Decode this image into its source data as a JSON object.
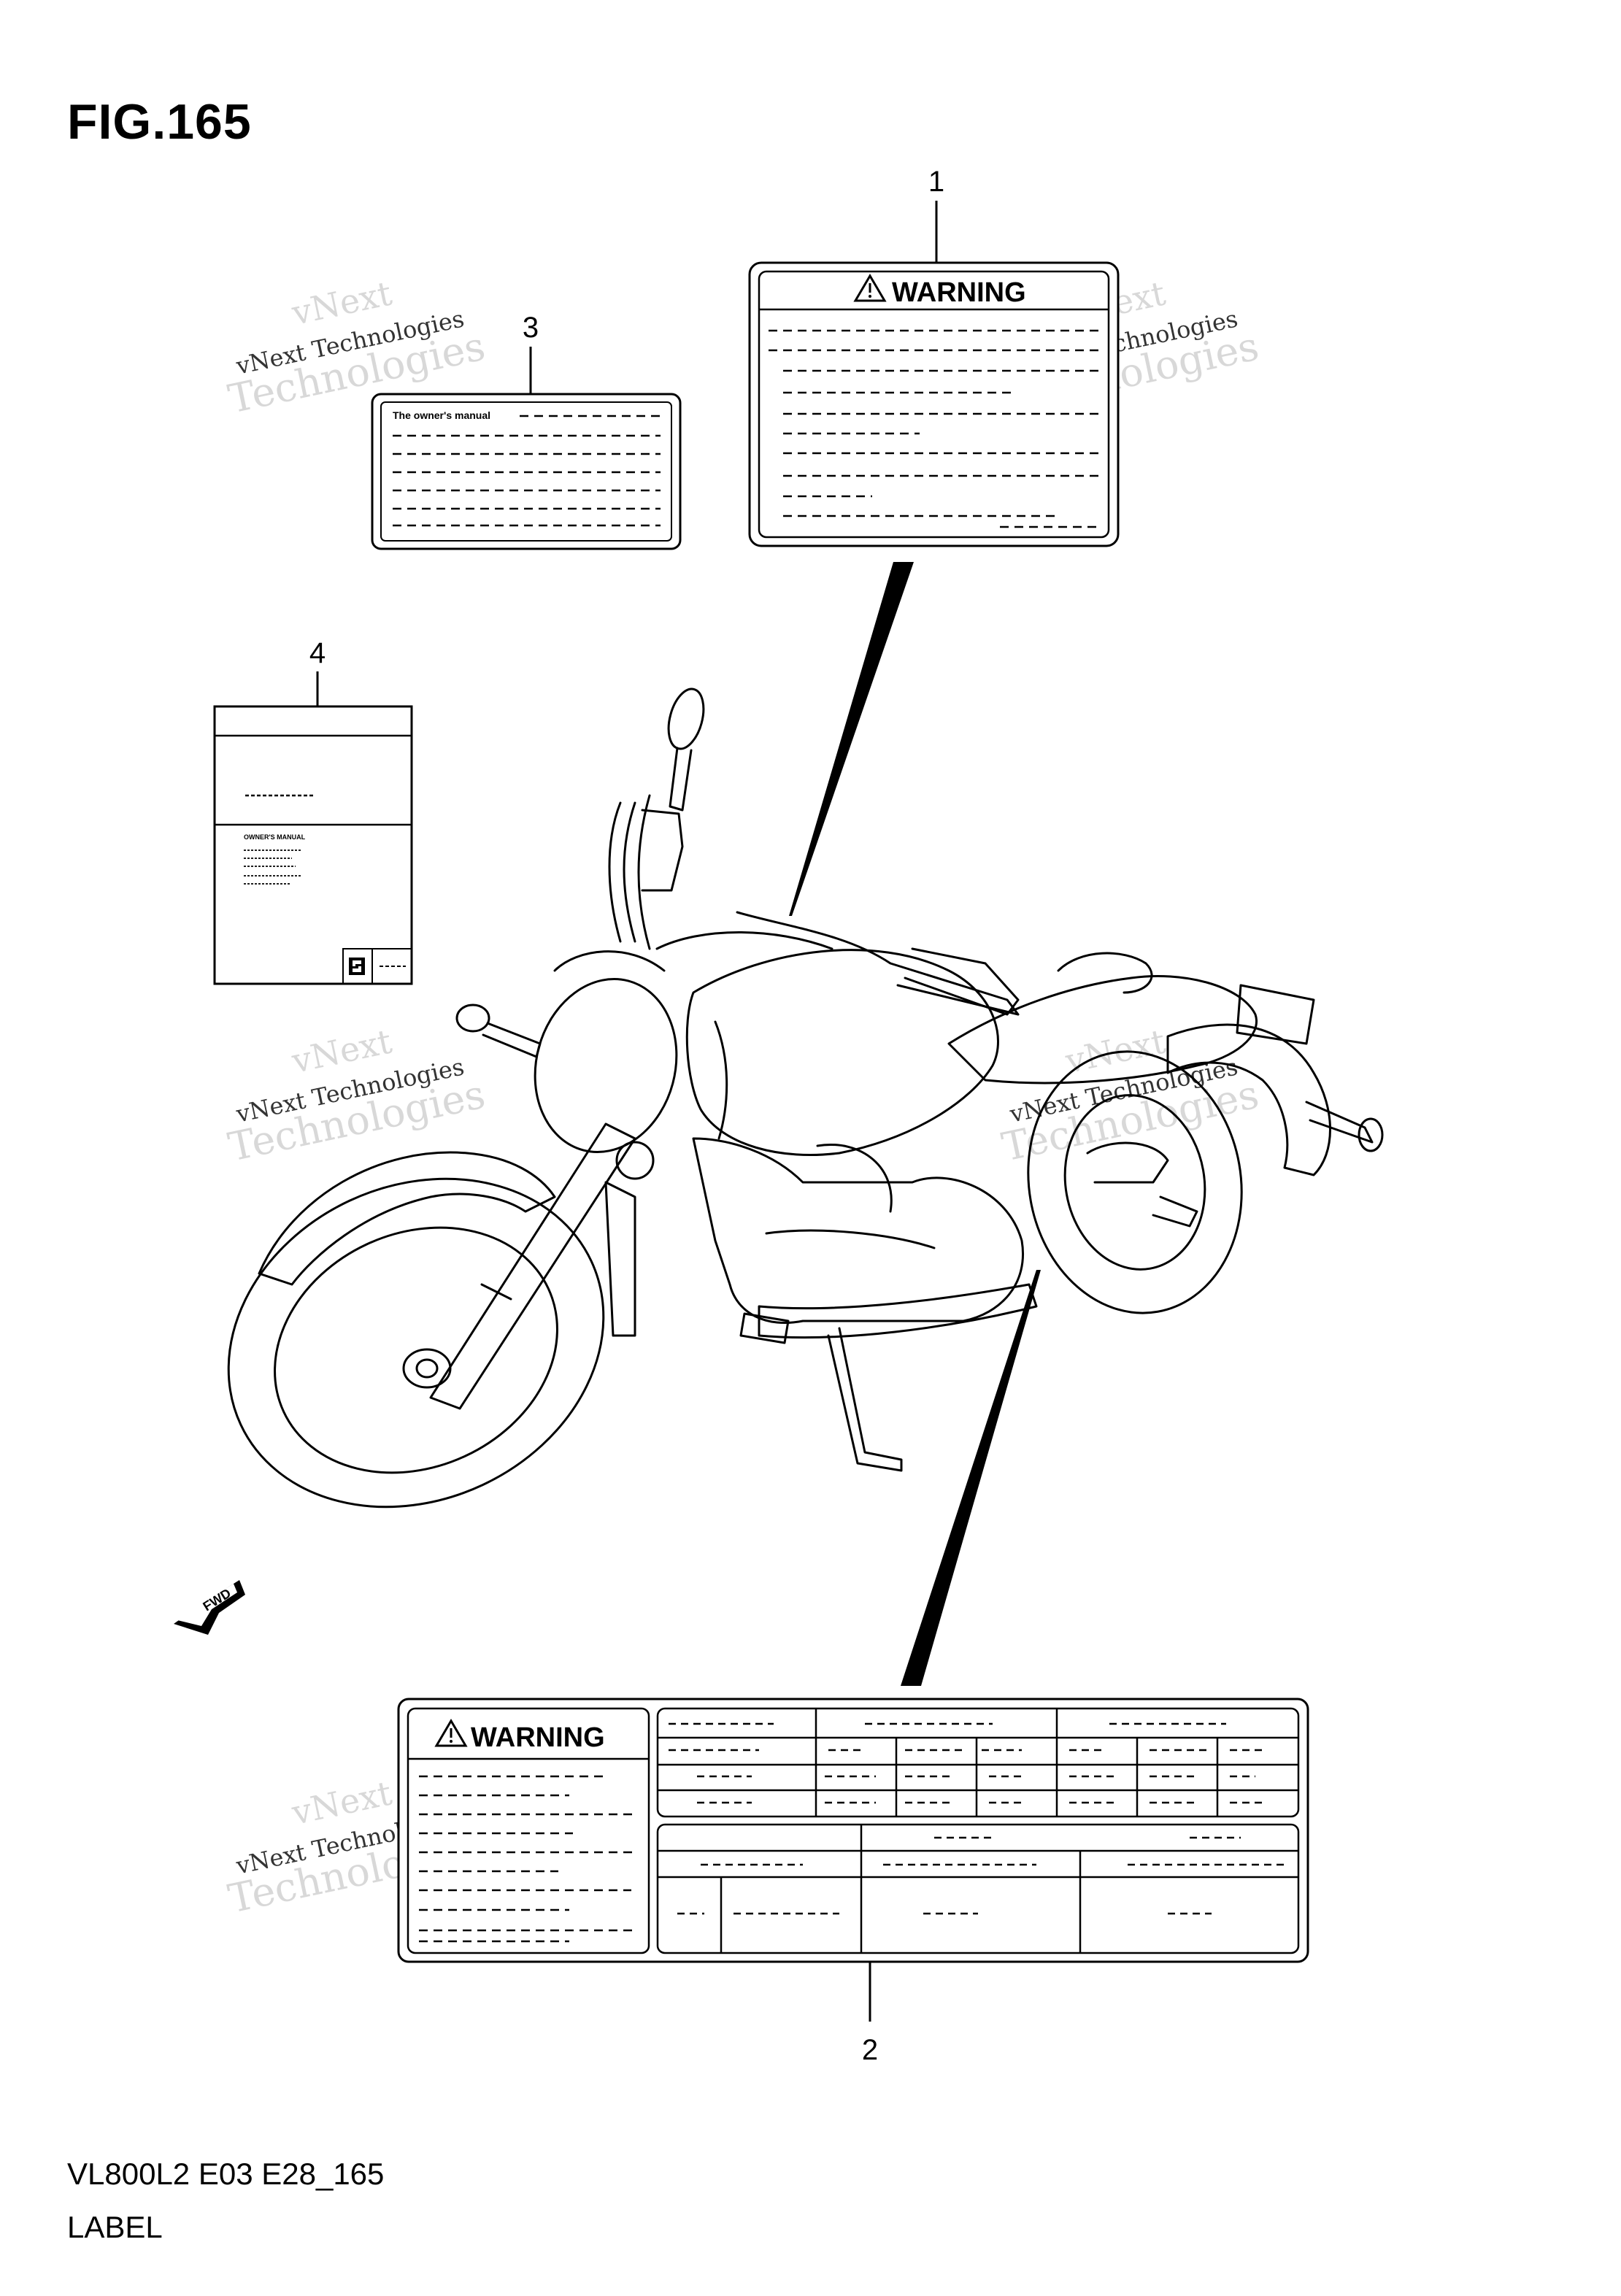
{
  "figure": {
    "title": "FIG.165",
    "code": "VL800L2 E03 E28_165",
    "name": "LABEL"
  },
  "callouts": [
    "1",
    "2",
    "3",
    "4"
  ],
  "label_1": {
    "heading": "WARNING"
  },
  "label_2": {
    "heading": "WARNING"
  },
  "label_3": {
    "heading": "The owner's manual"
  },
  "label_4": {
    "heading": "OWNER'S MANUAL"
  },
  "fwd_arrow": {
    "text": "FWD"
  },
  "watermark": {
    "line1": "vNext",
    "line2": "vNext Technologies",
    "line3": "Technologies"
  },
  "colors": {
    "ink": "#000000",
    "watermark": "#c8c8c8"
  }
}
